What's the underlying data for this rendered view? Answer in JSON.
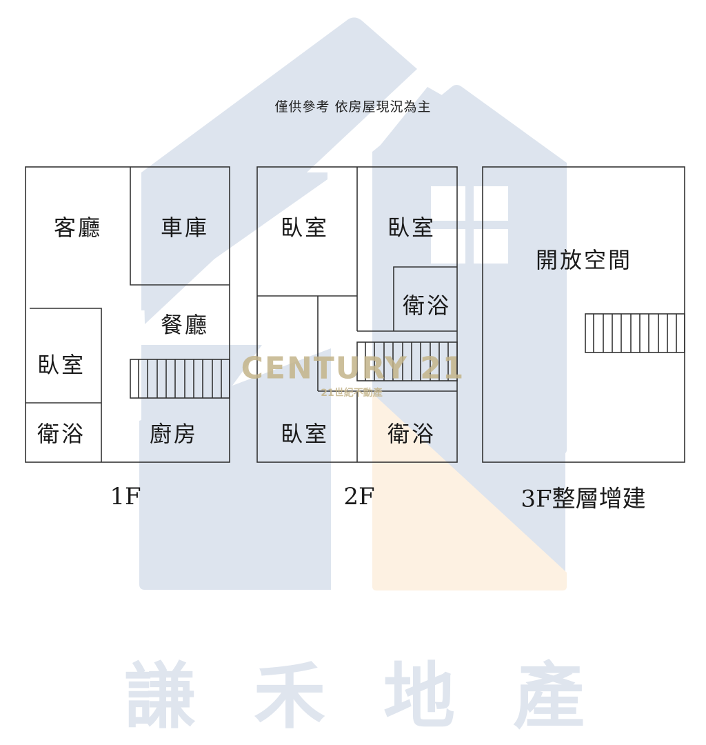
{
  "disclaimer": "僅供參考 依房屋現況為主",
  "watermark": {
    "logo_text": "CENTURY 21",
    "logo_subtext": "21世紀不動產",
    "brand_chars": [
      "謙",
      "禾",
      "地",
      "產"
    ],
    "colors": {
      "blue": "#dde4ee",
      "beige": "#fdf1e2",
      "gold": "#c4b48a"
    }
  },
  "floors": [
    {
      "label": "1F",
      "rooms": [
        "客廳",
        "車庫",
        "餐廳",
        "臥室",
        "衛浴",
        "廚房"
      ]
    },
    {
      "label": "2F",
      "rooms": [
        "臥室",
        "臥室",
        "衛浴",
        "臥室",
        "衛浴"
      ]
    },
    {
      "label": "3F整層增建",
      "rooms": [
        "開放空間"
      ]
    }
  ],
  "line_color": "#333333"
}
